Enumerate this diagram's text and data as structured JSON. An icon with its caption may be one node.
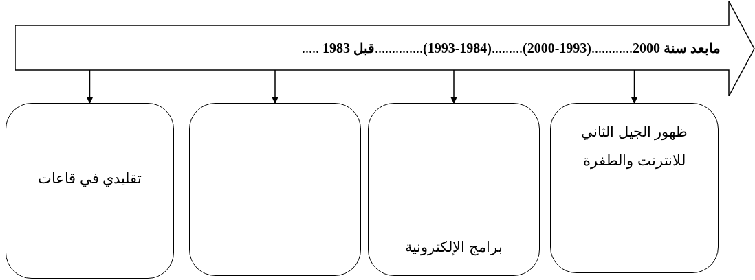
{
  "diagram": {
    "nodes": [
      {
        "text": [
          "**مابعد سنة 2000**............**(1993-2000)**.........**(1984-1993)**..............**قبل 1983** ....."
        ]
      },
      {
        "text": [
          "ظهور الجيل الثاني للانترنت والطفرة"
        ]
      },
      {
        "text": [
          "برامج الإلكترونية"
        ]
      },
      {
        "text": [],
        "shape": "box"
      },
      {
        "text": [
          "تقليدي في قاعات"
        ]
      }
    ],
    "edges": [
      {
        "from": 0,
        "to": 1,
        "arrow": "to"
      },
      {
        "from": 0,
        "to": 2,
        "arrow": "to"
      },
      {
        "from": 0,
        "to": 3,
        "arrow": "to"
      },
      {
        "from": 0,
        "to": 4,
        "arrow": "to"
      }
    ]
  }
}
